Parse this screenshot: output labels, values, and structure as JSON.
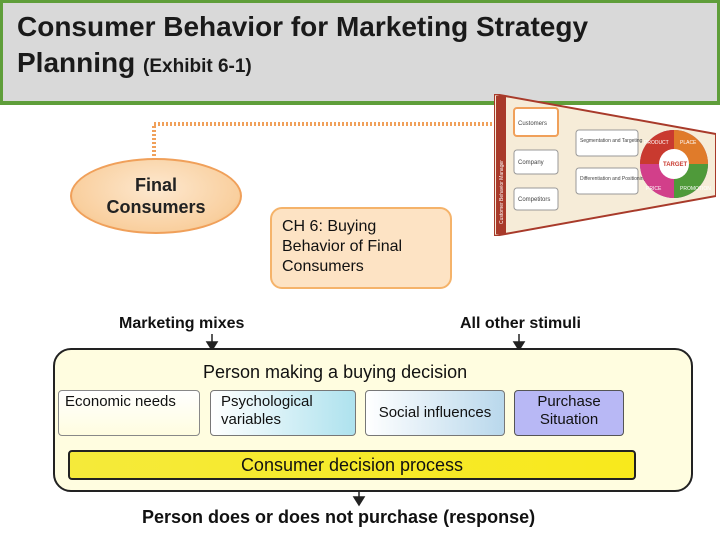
{
  "title": {
    "line1": "Consumer Behavior for Marketing Strategy",
    "line2_main": "Planning",
    "line2_small": "(Exhibit 6-1)"
  },
  "oval": {
    "line1": "Final",
    "line2": "Consumers"
  },
  "chapter_box": {
    "text": "CH 6: Buying Behavior of Final Consumers"
  },
  "model_graphic": {
    "side_label": "Customer Behavior Manager",
    "boxes": [
      "Customers",
      "Company",
      "Competitors"
    ],
    "middle": [
      "Segmentation and Targeting",
      "Differentiation and Positioning"
    ],
    "wheel_center": "TARGET",
    "wheel_segments": [
      "PRODUCT",
      "PLACE",
      "PROMOTION",
      "PRICE"
    ]
  },
  "stimuli": {
    "left": "Marketing mixes",
    "right": "All other stimuli"
  },
  "person": {
    "title": "Person making a buying decision",
    "factors": [
      {
        "label": "Economic needs"
      },
      {
        "label": "Psychological variables"
      },
      {
        "label": "Social influences"
      },
      {
        "label": "Purchase Situation"
      }
    ],
    "process": "Consumer decision process"
  },
  "response": "Person does or does not purchase (response)",
  "colors": {
    "title_border": "#5f9e3a",
    "title_bg": "#d9d9d9",
    "dotted_connector": "#f0a05a",
    "oval_fill": "#f9cf9e",
    "process_fill": "#f5ea3a",
    "purchase_fill": "#b8b8f5"
  }
}
